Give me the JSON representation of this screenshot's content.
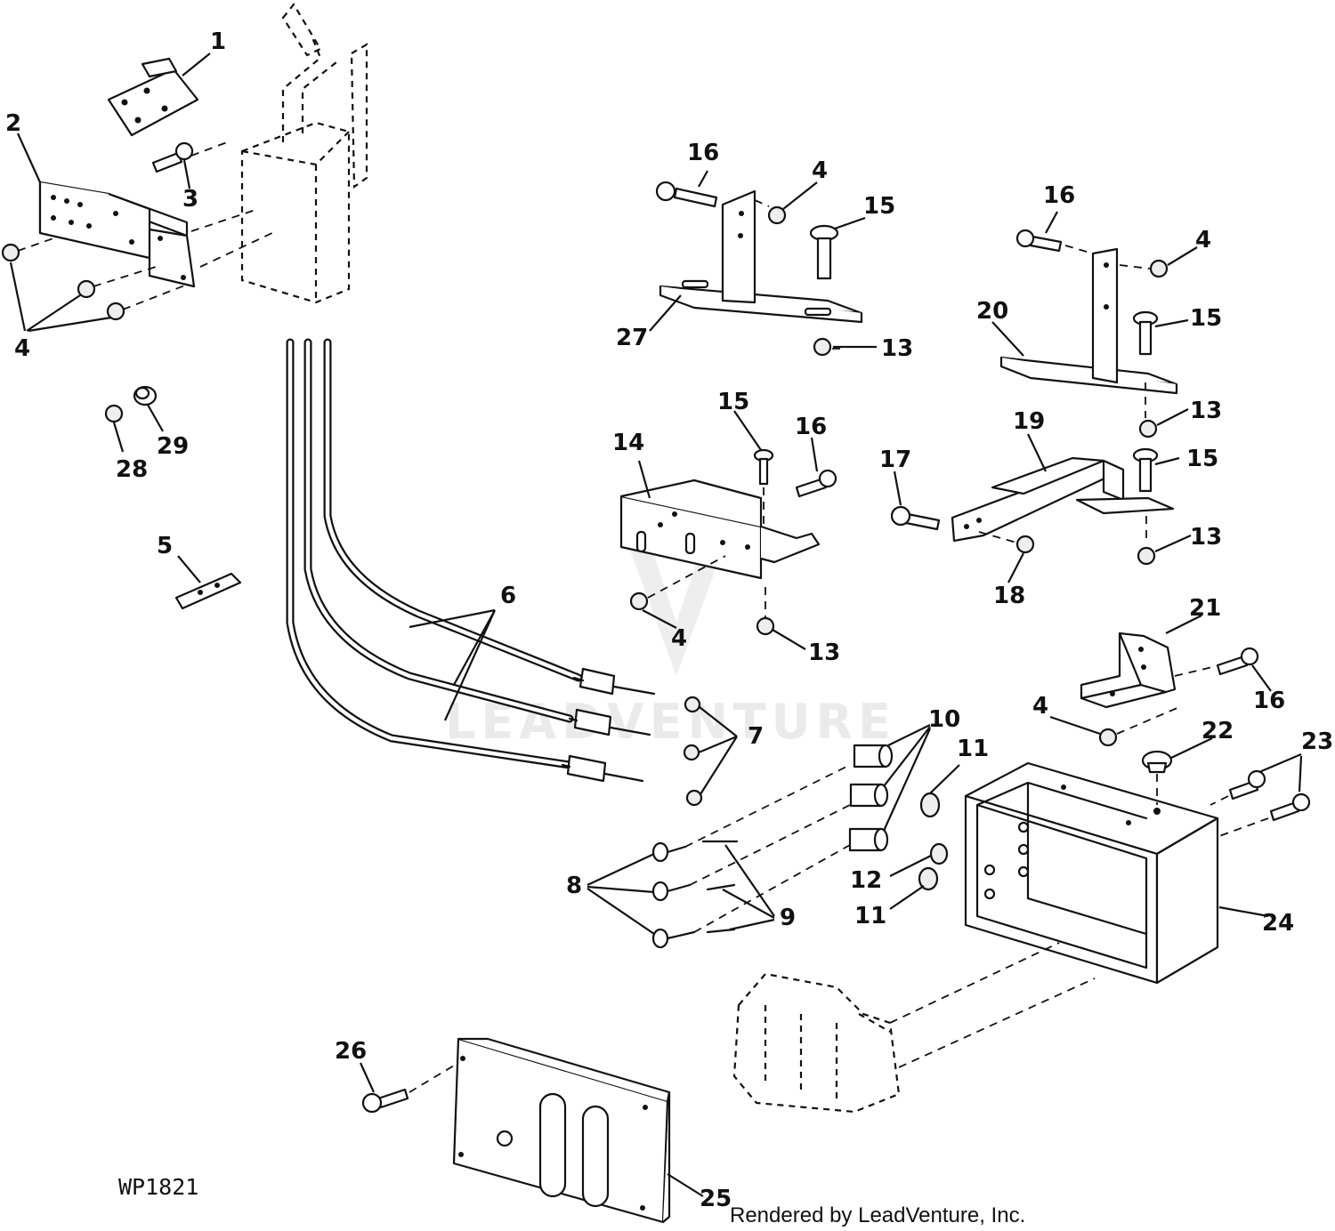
{
  "drawing_code": "WP1821",
  "credit": "Rendered by LeadVenture, Inc.",
  "watermark": "LEADVENTURE",
  "callouts": {
    "c1": "1",
    "c2": "2",
    "c3": "3",
    "c4a": "4",
    "c4b": "4",
    "c4c": "4",
    "c4d": "4",
    "c4e": "4",
    "c5": "5",
    "c6": "6",
    "c7": "7",
    "c8": "8",
    "c9": "9",
    "c10": "10",
    "c11a": "11",
    "c11b": "11",
    "c12": "12",
    "c13a": "13",
    "c13b": "13",
    "c13c": "13",
    "c13d": "13",
    "c14": "14",
    "c15a": "15",
    "c15b": "15",
    "c15c": "15",
    "c15d": "15",
    "c16a": "16",
    "c16b": "16",
    "c16c": "16",
    "c16d": "16",
    "c17": "17",
    "c18": "18",
    "c19": "19",
    "c20": "20",
    "c21": "21",
    "c22": "22",
    "c23": "23",
    "c24": "24",
    "c25": "25",
    "c26": "26",
    "c27": "27",
    "c28": "28",
    "c29": "29"
  }
}
